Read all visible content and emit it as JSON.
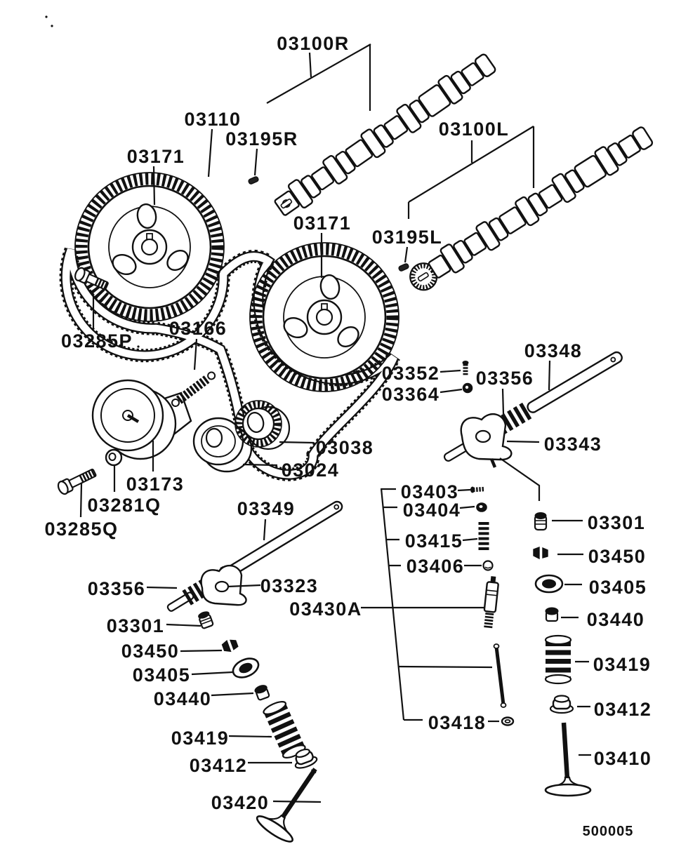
{
  "page": {
    "background": "#ffffff",
    "ink": "#111111",
    "description": "Engine camshaft and valve train exploded parts diagram"
  },
  "labels": [
    {
      "text": "03100R",
      "part": "camshaft-right"
    },
    {
      "text": "03110",
      "part": "timing-belt"
    },
    {
      "text": "03195R",
      "part": "woodruff-key-right"
    },
    {
      "text": "03171",
      "part": "camshaft-sprocket-left"
    },
    {
      "text": "03100L",
      "part": "camshaft-left"
    },
    {
      "text": "03171",
      "part": "camshaft-sprocket-right"
    },
    {
      "text": "03195L",
      "part": "woodruff-key-left"
    },
    {
      "text": "03285P",
      "part": "tensioner-bolt-p"
    },
    {
      "text": "03166",
      "part": "tensioner-spring"
    },
    {
      "text": "03352",
      "part": "adjusting-screw-small"
    },
    {
      "text": "03364",
      "part": "adjusting-nut-small"
    },
    {
      "text": "03356",
      "part": "rocker-shaft-spring-right"
    },
    {
      "text": "03348",
      "part": "rocker-shaft-right"
    },
    {
      "text": "03343",
      "part": "rocker-arm-right"
    },
    {
      "text": "03038",
      "part": "crankshaft-sprocket"
    },
    {
      "text": "03024",
      "part": "belt-idler-pulley"
    },
    {
      "text": "03173",
      "part": "belt-tensioner"
    },
    {
      "text": "03281Q",
      "part": "tensioner-washer"
    },
    {
      "text": "03285Q",
      "part": "tensioner-bolt-q"
    },
    {
      "text": "03349",
      "part": "rocker-shaft-left"
    },
    {
      "text": "03403",
      "part": "adjusting-screw"
    },
    {
      "text": "03404",
      "part": "adjusting-nut"
    },
    {
      "text": "03415",
      "part": "adjuster-spring"
    },
    {
      "text": "03406",
      "part": "adjuster-ball"
    },
    {
      "text": "03430A",
      "part": "valve-adjusting-screw-assembly"
    },
    {
      "text": "03356",
      "part": "rocker-shaft-spring-left"
    },
    {
      "text": "03323",
      "part": "rocker-arm-left"
    },
    {
      "text": "03301",
      "part": "tappet-plug-left"
    },
    {
      "text": "03450",
      "part": "retainer-lock-left"
    },
    {
      "text": "03405",
      "part": "spring-retainer-left"
    },
    {
      "text": "03440",
      "part": "spring-seat-left"
    },
    {
      "text": "03419",
      "part": "valve-spring-left"
    },
    {
      "text": "03412",
      "part": "valve-stem-seal-left"
    },
    {
      "text": "03420",
      "part": "valve-left"
    },
    {
      "text": "03301",
      "part": "tappet-plug-right"
    },
    {
      "text": "03450",
      "part": "retainer-lock-right"
    },
    {
      "text": "03405",
      "part": "spring-retainer-right"
    },
    {
      "text": "03440",
      "part": "spring-seat-right"
    },
    {
      "text": "03419",
      "part": "valve-spring-right"
    },
    {
      "text": "03412",
      "part": "valve-stem-seal-right"
    },
    {
      "text": "03410",
      "part": "valve-right"
    },
    {
      "text": "03418",
      "part": "adjuster-rod-ring"
    }
  ],
  "footer": {
    "code": "500005"
  }
}
